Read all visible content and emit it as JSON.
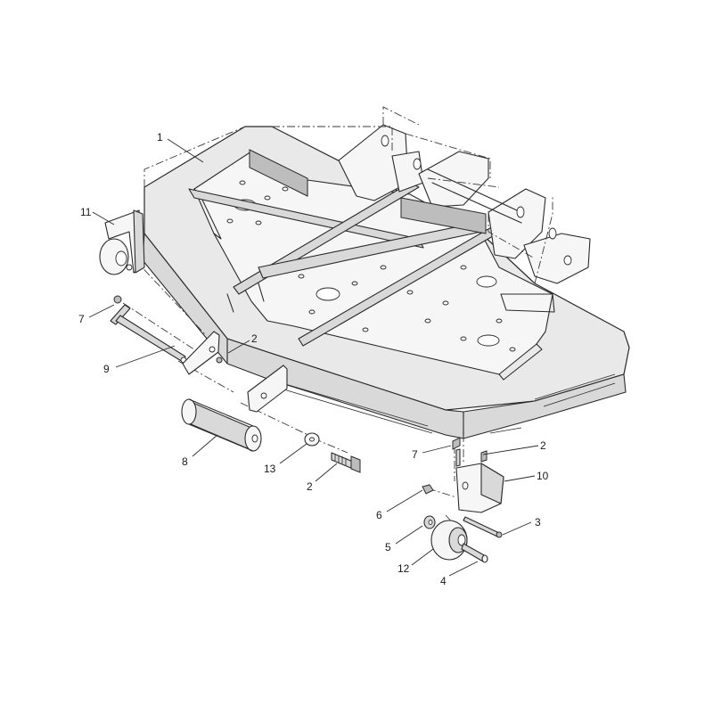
{
  "callouts": {
    "c1": "1",
    "c2a": "2",
    "c2b": "2",
    "c2c": "2",
    "c3": "3",
    "c4": "4",
    "c5": "5",
    "c6": "6",
    "c7a": "7",
    "c7b": "7",
    "c8": "8",
    "c9": "9",
    "c10": "10",
    "c11": "11",
    "c12": "12",
    "c13": "13"
  }
}
